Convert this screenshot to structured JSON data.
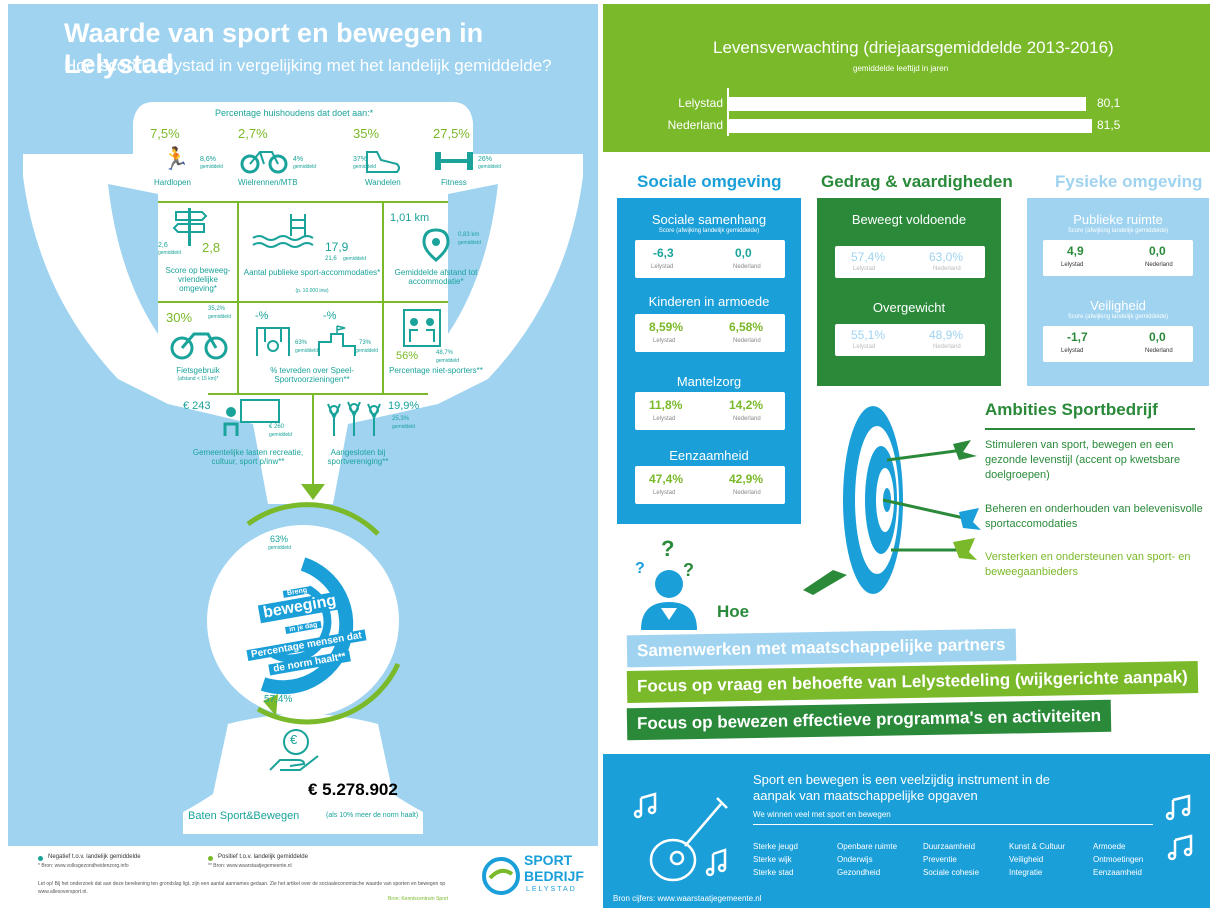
{
  "left": {
    "title": "Waarde van sport en bewegen in Lelystad",
    "subtitle": "Hoe scoort Lelystad in vergelijking met het landelijk gemiddelde?",
    "cup_header": "Percentage huishoudens dat doet aan:*",
    "activities": [
      {
        "pct": "7,5%",
        "avg": "8,6%",
        "label": "Hardlopen",
        "icon": "runner-icon"
      },
      {
        "pct": "2,7%",
        "avg": "4%",
        "label": "Wielrennen/MTB",
        "icon": "bicycle-icon"
      },
      {
        "pct": "35%",
        "avg": "37%",
        "label": "Wandelen",
        "icon": "shoe-icon"
      },
      {
        "pct": "27,5%",
        "avg": "26%",
        "label": "Fitness",
        "icon": "dumbbell-icon"
      }
    ],
    "gemiddeld": "gemiddeld",
    "metrics_row1": {
      "score": {
        "val": "2,8",
        "avg": "2,6",
        "label": "Score op beweeg-vriendelijke omgeving*"
      },
      "accom": {
        "val": "17,9",
        "avg": "21,6",
        "label": "Aantal publieke sport-accommodaties*",
        "note": "(p. 10.000 inw)"
      },
      "dist": {
        "val": "1,01 km",
        "avg": "0,83 km",
        "label": "Gemiddelde afstand tot accommodatie*"
      }
    },
    "metrics_row2": {
      "fiets": {
        "val": "30%",
        "avg": "35,2%",
        "label": "Fietsgebruik",
        "note": "(afstand < 15 km)*"
      },
      "tevreden": {
        "val1": "-%",
        "val2": "-%",
        "avg1": "63%",
        "avg2": "73%",
        "label": "% tevreden over Speel- Sportvoorzieningen**"
      },
      "niet": {
        "val": "56%",
        "avg": "48,7%",
        "label": "Percentage niet-sporters**"
      }
    },
    "metrics_row3": {
      "lasten": {
        "val": "€ 243",
        "avg": "€ 260",
        "label": "Gemeentelijke lasten recreatie, cultuur, sport p/inw**"
      },
      "vereniging": {
        "val": "19,9%",
        "avg": "25,3%",
        "label": "Aangesloten bij sportvereniging**"
      }
    },
    "norm": {
      "top_pct": "63%",
      "top_sub": "gemiddeld",
      "line1": "Breng",
      "line2": "beweging",
      "line3": "in je dag",
      "line4": "Percentage mensen dat",
      "line5": "de norm haalt**",
      "bottom_pct": "57,4%"
    },
    "baten": {
      "amount": "€ 5.278.902",
      "label": "Baten Sport&Bewegen",
      "note": "(als 10% meer de norm haalt)",
      "euro": "€"
    },
    "footer": {
      "neg": "Negatief t.o.v. landelijk gemiddelde",
      "pos": "Positief t.o.v. landelijk gemiddelde",
      "bron1": "* Bron: www.volksgezondheidenzorg.info",
      "bron2": "** Bron: www.waarstaatjegemeente.nl",
      "note": "Let op! Bij het onderzoek dat aan deze berekening ten grondslag ligt, zijn een aantal aannames gedaan. Zie het artikel over de sociaaleconomische waarde van sporten en bewegen op www.allesoversport.nl.",
      "bron3": "Bron: Kenniscentrum Sport",
      "logo1": "SPORT",
      "logo2": "BEDRIJF",
      "logo3": "LELYSTAD"
    }
  },
  "right": {
    "lev_title": "Levensverwachting (driejaarsgemiddelde 2013-2016)",
    "lev_sub": "gemiddelde leeftijd in jaren",
    "lev_rows": [
      {
        "label": "Lelystad",
        "value": "80,1"
      },
      {
        "label": "Nederland",
        "value": "81,5"
      }
    ],
    "sec_sociaal": "Sociale omgeving",
    "sec_gedrag": "Gedrag & vaardigheden",
    "sec_fysiek": "Fysieke omgeving",
    "sociaal": [
      {
        "title": "Sociale samenhang",
        "sub": "Score (afwijking landelijk gemiddelde)",
        "a": "-6,3",
        "b": "0,0"
      },
      {
        "title": "Kinderen in armoede",
        "sub": "",
        "a": "8,59%",
        "b": "6,58%"
      },
      {
        "title": "Mantelzorg",
        "sub": "",
        "a": "11,8%",
        "b": "14,2%"
      },
      {
        "title": "Eenzaamheid",
        "sub": "",
        "a": "47,4%",
        "b": "42,9%"
      }
    ],
    "gedrag": [
      {
        "title": "Beweegt voldoende",
        "a": "57,4%",
        "b": "63,0%"
      },
      {
        "title": "Overgewicht",
        "a": "55,1%",
        "b": "48,9%"
      }
    ],
    "fysiek": [
      {
        "title": "Publieke ruimte",
        "sub": "Score (afwijking landelijk gemiddelde)",
        "a": "4,9",
        "b": "0,0"
      },
      {
        "title": "Veiligheid",
        "sub": "Score (afwijking landelijk gemiddelde)",
        "a": "-1,7",
        "b": "0,0"
      }
    ],
    "lelystad": "Lelystad",
    "nederland": "Nederland",
    "ambities_title": "Ambities Sportbedrijf",
    "ambities": [
      "Stimuleren van sport, bewegen en een gezonde levenstijl (accent op kwetsbare doelgroepen)",
      "Beheren en onderhouden van belevenisvolle sportaccomodaties",
      "Versterken en ondersteunen van sport- en beweegaanbieders"
    ],
    "hoe": "Hoe",
    "ribbons": [
      "Samenwerken met maatschappelijke partners",
      "Focus op vraag en behoefte van Lelystedeling (wijkgerichte aanpak)",
      "Focus op bewezen effectieve programma's en activiteiten"
    ],
    "bottom_title": "Sport en bewegen is een veelzijdig instrument in de aanpak van maatschappelijke opgaven",
    "bottom_sub": "We winnen veel met sport en bewegen",
    "cols": [
      [
        "Sterke jeugd",
        "Sterke wijk",
        "Sterke stad"
      ],
      [
        "Openbare ruimte",
        "Onderwijs",
        "Gezondheid"
      ],
      [
        "Duurzaamheid",
        "Preventie",
        "Sociale cohesie"
      ],
      [
        "Kunst & Cultuur",
        "Veiligheid",
        "Integratie"
      ],
      [
        "Armoede",
        "Ontmoetingen",
        "Eenzaamheid"
      ]
    ],
    "bron": "Bron cijfers: www.waarstaatjegemeente.nl",
    "q": "?"
  },
  "colors": {
    "green": "#7ab929",
    "teal": "#1aa39a",
    "blue": "#1a9fd9",
    "lightblue": "#9fd3f0"
  }
}
